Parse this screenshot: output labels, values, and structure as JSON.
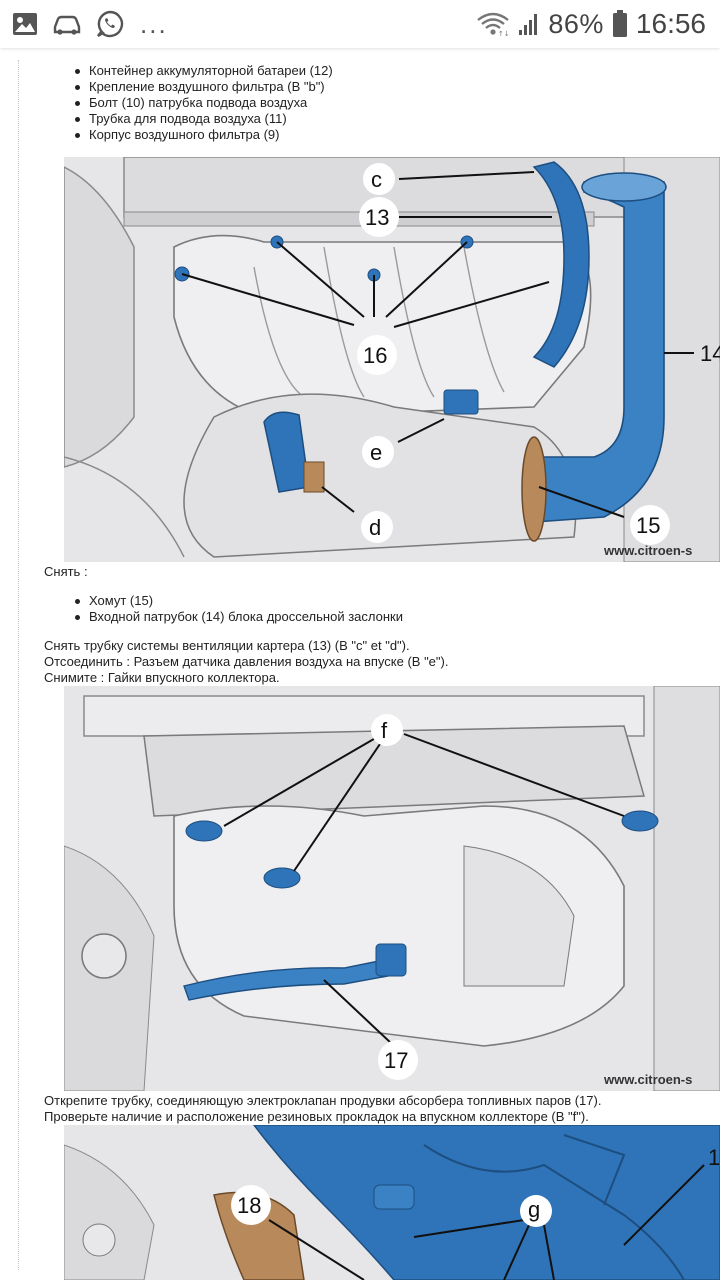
{
  "status_bar": {
    "battery_percent": "86%",
    "time": "16:56",
    "overflow": "...",
    "icons": [
      "gallery-icon",
      "car-icon",
      "whatsapp-icon",
      "wifi-icon",
      "signal-icon",
      "battery-icon"
    ]
  },
  "list1": [
    "Контейнер аккумуляторной батареи (12)",
    "Крепление воздушного фильтра (В \"b\")",
    "Болт (10) патрубка подвода воздуха",
    "Трубка для подвода воздуха (11)",
    "Корпус воздушного фильтра (9)"
  ],
  "figure1": {
    "callouts": [
      "c",
      "13",
      "16",
      "14",
      "e",
      "d",
      "15"
    ],
    "watermark": "www.citroen-s"
  },
  "remove_label": "Снять :",
  "list2": [
    "Хомут (15)",
    "Входной патрубок (14) блока дроссельной заслонки"
  ],
  "para1": [
    "Снять трубку системы вентиляции картера (13) (В \"c\" et \"d\").",
    "Отсоединить : Разъем датчика давления воздуха на впуске (В \"e\").",
    "Снимите : Гайки впускного коллектора."
  ],
  "figure2": {
    "callouts": [
      "f",
      "17"
    ],
    "watermark": "www.citroen-s"
  },
  "para2": [
    "Открепите трубку, соединяющую электроклапан продувки абсорбера топливных паров (17).",
    "Проверьте наличие и расположение резиновых прокладок на впускном коллекторе (В \"f\")."
  ],
  "figure3": {
    "callouts": [
      "18",
      "g",
      "1"
    ]
  },
  "colors": {
    "part_blue": "#2f74b8",
    "engine_gray": "#e6e6e8",
    "outline": "#6a6a6a",
    "bronze": "#b8895a"
  }
}
